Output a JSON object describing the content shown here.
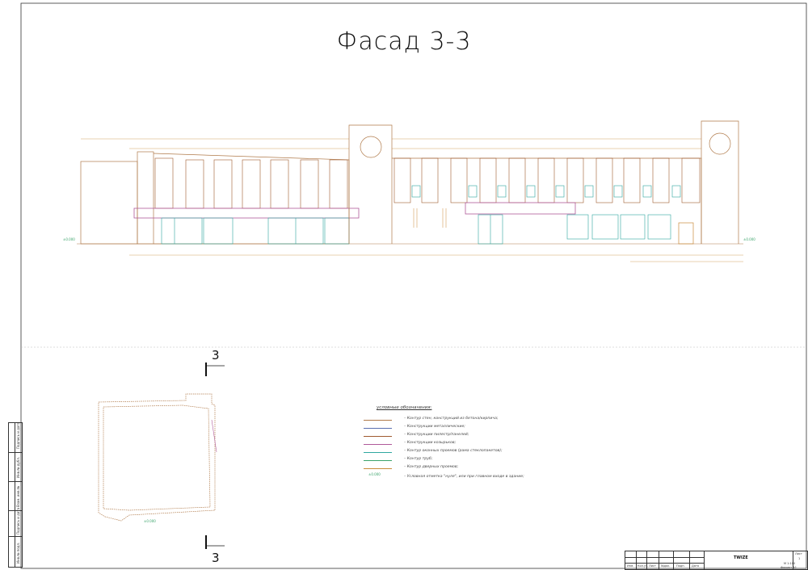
{
  "drawing": {
    "title": "Фасад 3-3",
    "section_mark_top": "3",
    "section_mark_bottom": "3",
    "legend": {
      "title": "условные обозначения:",
      "items": [
        {
          "text": "– Контур стен, конструкций из бетона/кирпича;",
          "color": "#b07a4a"
        },
        {
          "text": "– Конструкции металлические;",
          "color": "#5a6fb0"
        },
        {
          "text": "– Конструкции пилястр/панелей;",
          "color": "#a05a30"
        },
        {
          "text": "– Конструкции козырьков;",
          "color": "#b05a9a"
        },
        {
          "text": "– Контур оконных проемов (рама стеклопакетов);",
          "color": "#2fa7a0"
        },
        {
          "text": "– Контур труб;",
          "color": "#3aa36a"
        },
        {
          "text": "– Контур дверных проемов;",
          "color": "#c98a3a"
        },
        {
          "text": "– Условная отметка \"нуля\", или при главном входе в здание;",
          "color": ""
        }
      ],
      "zero_mark": "±0.000"
    },
    "level_marks": {
      "left": "±0.000",
      "right": "±0.000",
      "plan": "±0.000"
    },
    "stamp": {
      "name": "TWIZE",
      "columns": [
        "Изм.",
        "Кол.уч.",
        "Лист",
        "№док.",
        "Подп.",
        "Дата"
      ],
      "sheet_label": "Лист",
      "sheet_number": "1",
      "scale": "М 1:100",
      "format": "Формат А1"
    },
    "side_strip": [
      "Инв.№ подл.",
      "Подпись и дата",
      "Взам. инв.№",
      "Инв.№ дубл.",
      "Подпись и дата"
    ]
  }
}
